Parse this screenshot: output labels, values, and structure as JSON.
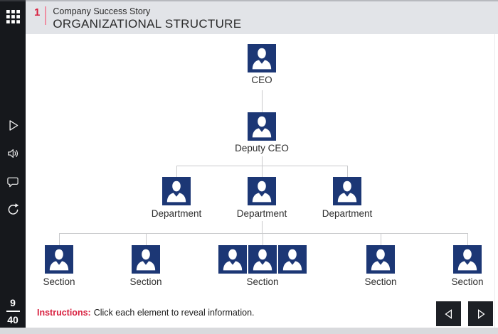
{
  "header": {
    "module_number": "1",
    "course_title": "Company Success Story",
    "slide_title": "ORGANIZATIONAL STRUCTURE"
  },
  "sidebar": {
    "page_current": "9",
    "page_total": "40",
    "icons": [
      "grid-menu-icon",
      "play-icon",
      "volume-icon",
      "speech-bubble-icon",
      "replay-icon"
    ]
  },
  "org_chart": {
    "nodes": [
      {
        "id": "ceo",
        "label": "CEO"
      },
      {
        "id": "deputy-ceo",
        "label": "Deputy CEO"
      },
      {
        "id": "department-1",
        "label": "Department"
      },
      {
        "id": "department-2",
        "label": "Department"
      },
      {
        "id": "department-3",
        "label": "Department"
      },
      {
        "id": "section-1",
        "label": "Section"
      },
      {
        "id": "section-2",
        "label": "Section"
      },
      {
        "id": "section-3",
        "label": "Section"
      },
      {
        "id": "section-4",
        "label": "Section"
      },
      {
        "id": "section-5",
        "label": "Section"
      }
    ],
    "node_icon": "person-icon"
  },
  "footer": {
    "instructions_label": "Instructions:",
    "instructions_text": "Click each element to reveal information.",
    "nav_icons": [
      "prev-arrow-icon",
      "next-arrow-icon"
    ]
  },
  "colors": {
    "accent_red": "#d8203f",
    "divider_pink": "#ee8fa3",
    "tile_navy": "#1c3775",
    "sidebar_bg": "#16181c",
    "header_bg": "#e2e4e8",
    "connector_gray": "#c9cacc"
  }
}
